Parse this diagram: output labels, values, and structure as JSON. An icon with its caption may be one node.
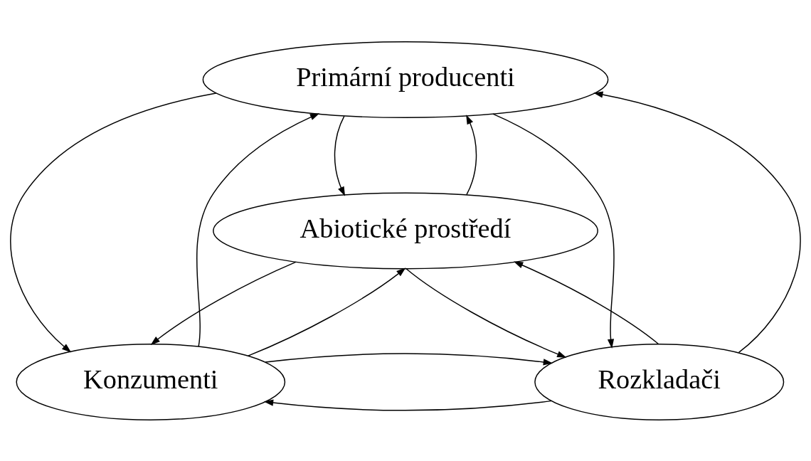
{
  "diagram": {
    "nodes": [
      {
        "text": [
          "Primární producenti"
        ]
      },
      {
        "text": [
          "Abiotické prostředí"
        ]
      },
      {
        "text": [
          "Konzumenti"
        ]
      },
      {
        "text": [
          "Rozkladači"
        ]
      }
    ],
    "edges": [
      {
        "from": 2,
        "to": 0,
        "arrow": "to"
      },
      {
        "from": 0,
        "to": 2,
        "arrow": "to"
      },
      {
        "from": 0,
        "to": 1,
        "arrow": "to"
      },
      {
        "from": 1,
        "to": 0,
        "arrow": "to"
      },
      {
        "from": 3,
        "to": 0,
        "arrow": "to"
      },
      {
        "from": 0,
        "to": 3,
        "arrow": "to"
      },
      {
        "from": 2,
        "to": 1,
        "arrow": "to"
      },
      {
        "from": 1,
        "to": 2,
        "arrow": "to"
      },
      {
        "from": 3,
        "to": 1,
        "arrow": "to"
      },
      {
        "from": 1,
        "to": 3,
        "arrow": "to"
      },
      {
        "from": 3,
        "to": 2,
        "arrow": "to"
      },
      {
        "from": 2,
        "to": 3,
        "arrow": "to"
      }
    ]
  }
}
